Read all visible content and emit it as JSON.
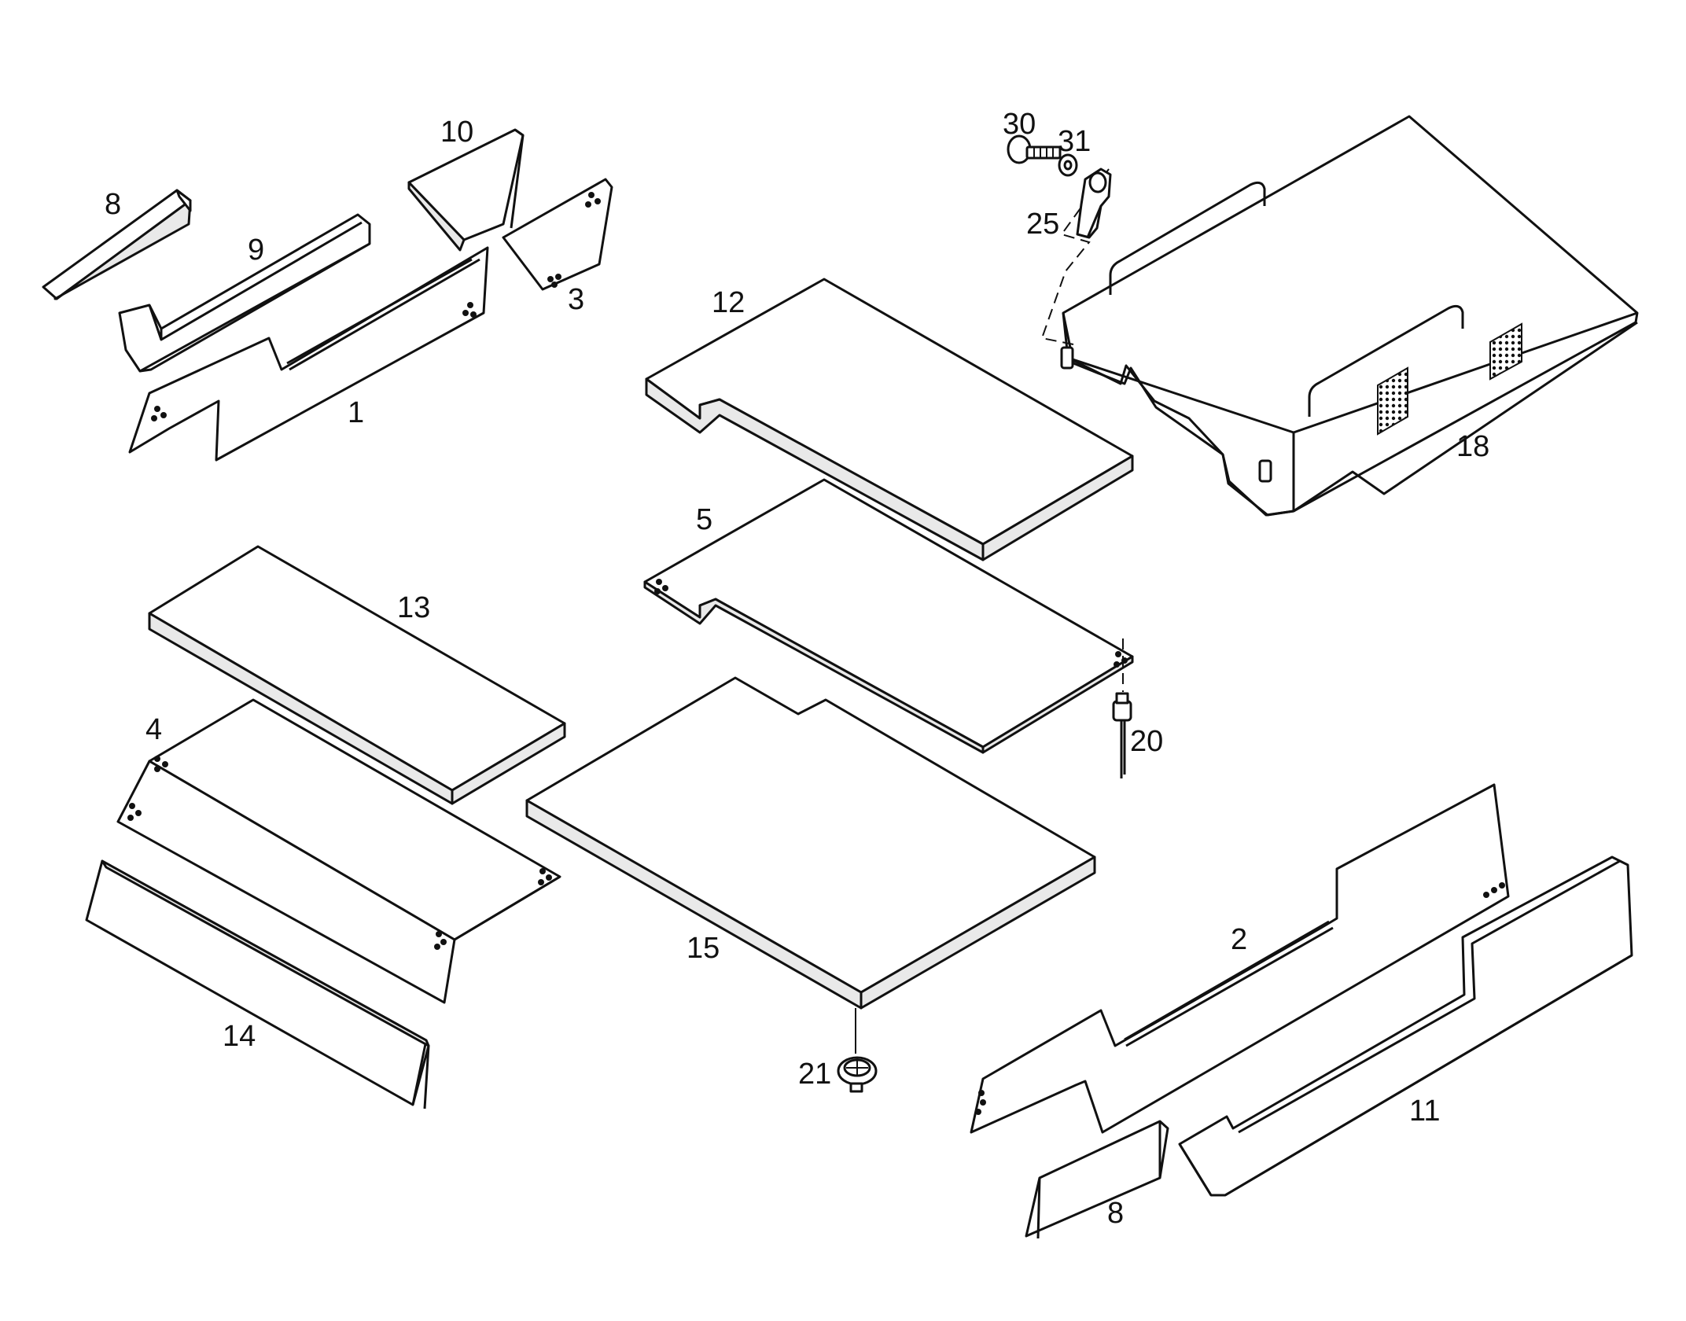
{
  "labels": {
    "p1": "1",
    "p2": "2",
    "p3": "3",
    "p4": "4",
    "p5": "5",
    "p8a": "8",
    "p8b": "8",
    "p9": "9",
    "p10": "10",
    "p11": "11",
    "p12": "12",
    "p13": "13",
    "p14": "14",
    "p15": "15",
    "p18": "18",
    "p20": "20",
    "p21": "21",
    "p25": "25",
    "p30": "30",
    "p31": "31"
  }
}
